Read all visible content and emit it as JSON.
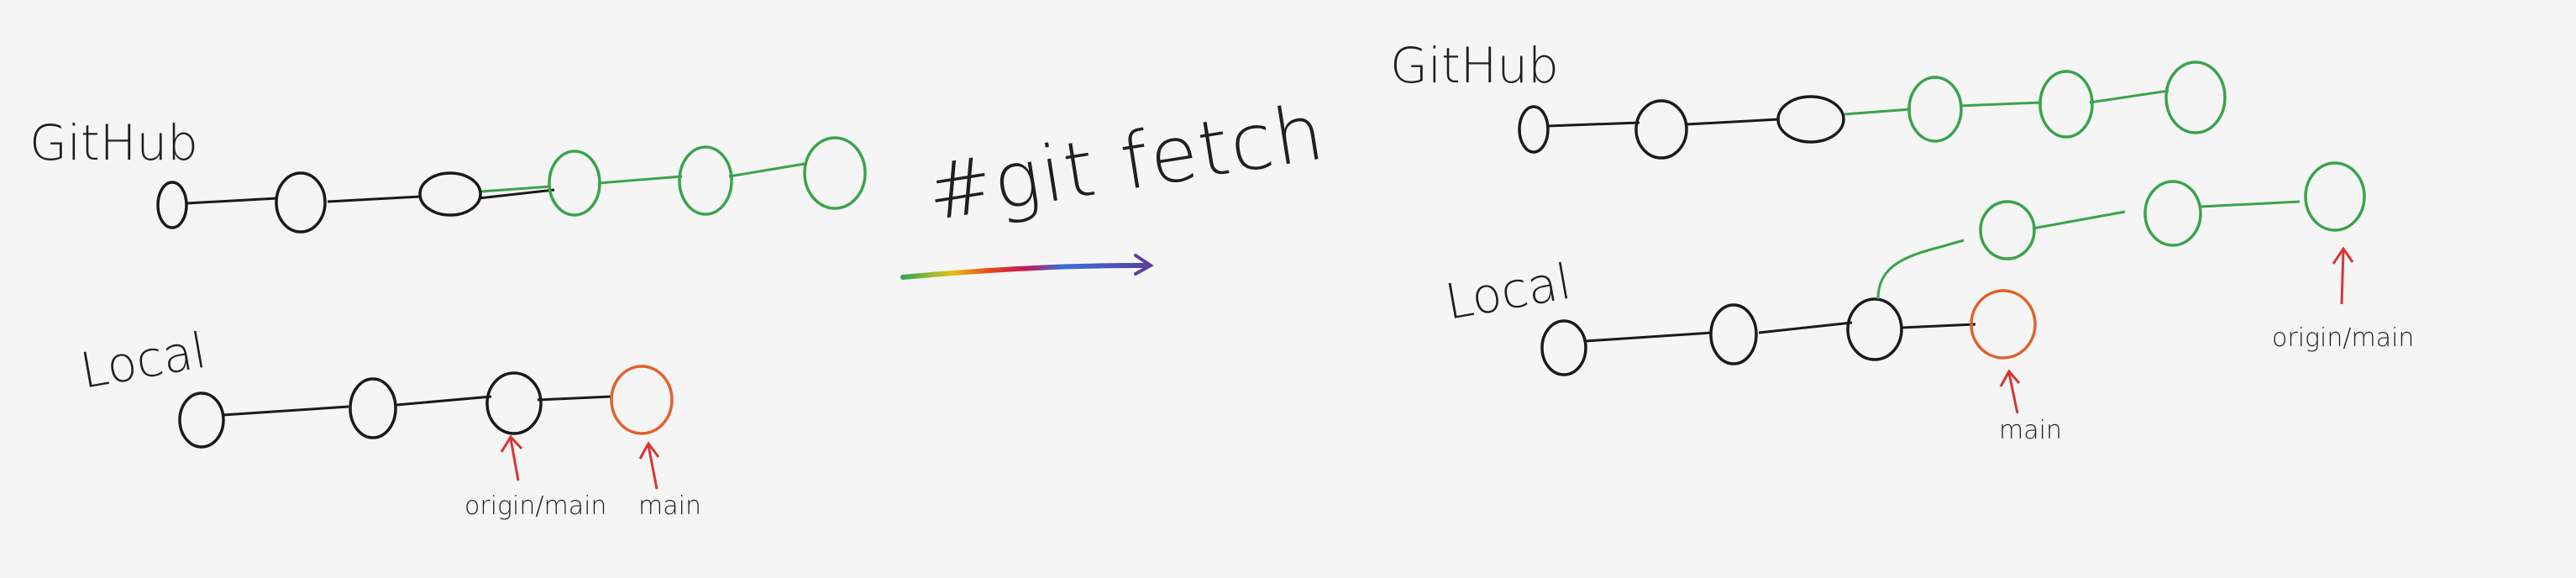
{
  "command": "#git fetch",
  "before": {
    "remote_label": "GitHub",
    "local_label": "Local",
    "pointer_labels": {
      "origin_main": "origin/main",
      "main": "main"
    }
  },
  "after": {
    "remote_label": "GitHub",
    "local_label": "Local",
    "pointer_labels": {
      "origin_main": "origin/main",
      "main": "main"
    }
  },
  "colors": {
    "ink": "#1a1a1a",
    "remote_new_commit": "#3aa34a",
    "local_new_commit": "#e0622c",
    "pointer_arrow": "#d93535",
    "background": "#f5f5f5"
  }
}
